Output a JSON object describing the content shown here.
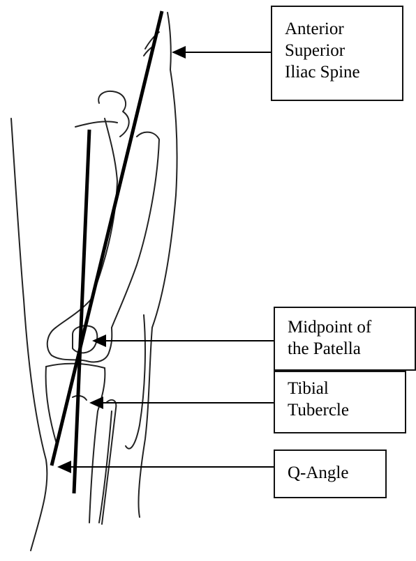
{
  "labels": {
    "asis": [
      "Anterior",
      "Superior",
      "Iliac Spine"
    ],
    "midpoint": [
      "Midpoint of",
      "the Patella"
    ],
    "tibial": [
      "Tibial",
      "Tubercle"
    ],
    "qangle": [
      "Q-Angle"
    ]
  }
}
